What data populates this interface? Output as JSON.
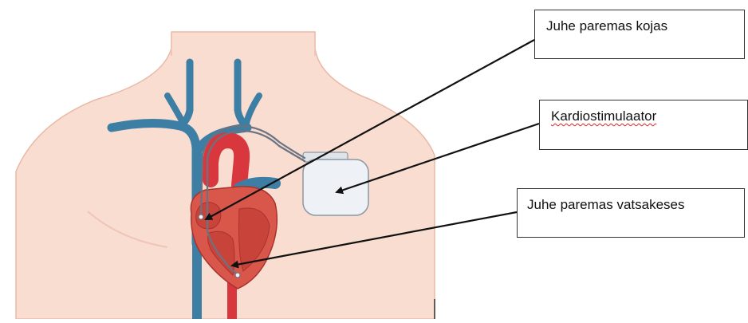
{
  "labels": {
    "lead_right_atrium": "Juhe paremas kojas",
    "pacemaker": "Kardiostimulaator",
    "lead_right_ventricle": "Juhe paremas vatsakeses"
  },
  "colors": {
    "skin": "#f9ddd1",
    "skin_outline": "#e8b9a6",
    "vein_blue": "#3c7ea4",
    "aorta_red": "#d8383d",
    "heart_red": "#d9574a",
    "heart_inner": "#c8443b",
    "device_body": "#eef2f6",
    "arrow": "#111111",
    "spellcheck_underline": "#dd2222"
  },
  "icons": [
    "torso-illustration",
    "heart-icon",
    "pacemaker-device-icon"
  ]
}
